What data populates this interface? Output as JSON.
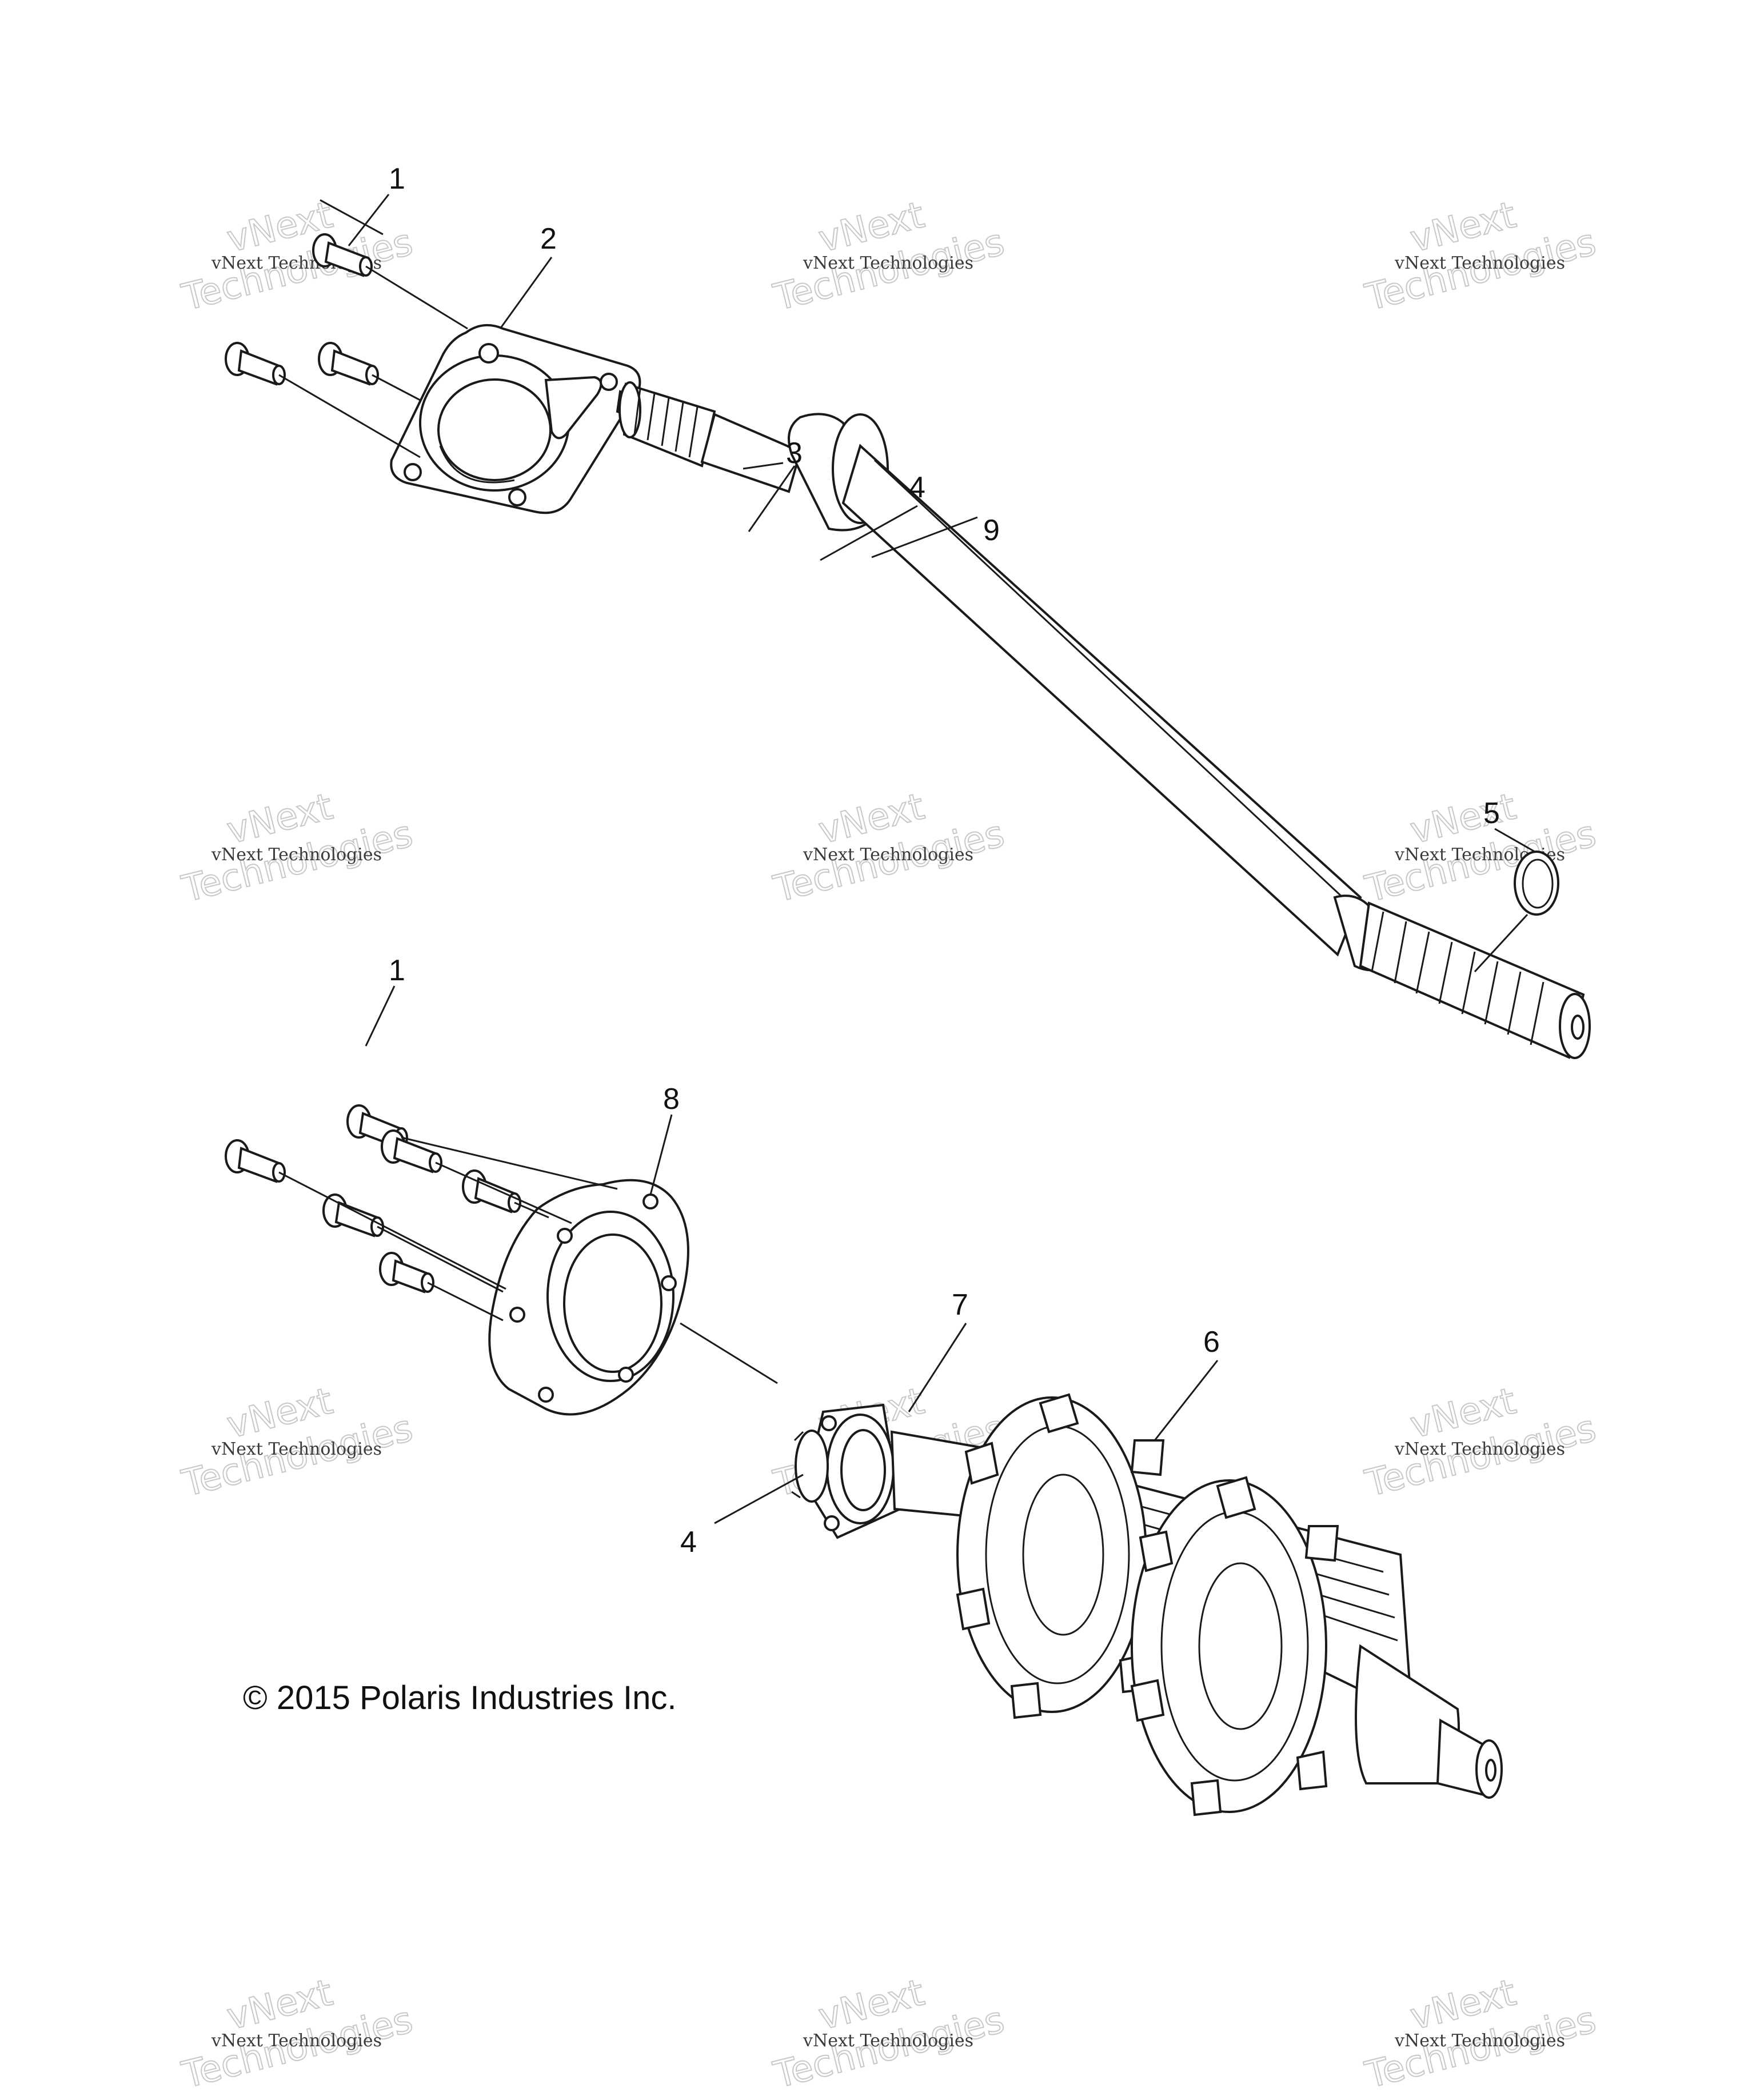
{
  "diagram": {
    "callouts": {
      "c1_top": "1",
      "c2": "2",
      "c3": "3",
      "c4_top": "4",
      "c9": "9",
      "c5": "5",
      "c1_mid": "1",
      "c8": "8",
      "c7": "7",
      "c6": "6",
      "c4_bottom": "4"
    },
    "copyright": "© 2015 Polaris Industries Inc.",
    "watermark": {
      "line1": "vNext Technologies",
      "line2": "vNext",
      "line3": "Technologies"
    }
  }
}
